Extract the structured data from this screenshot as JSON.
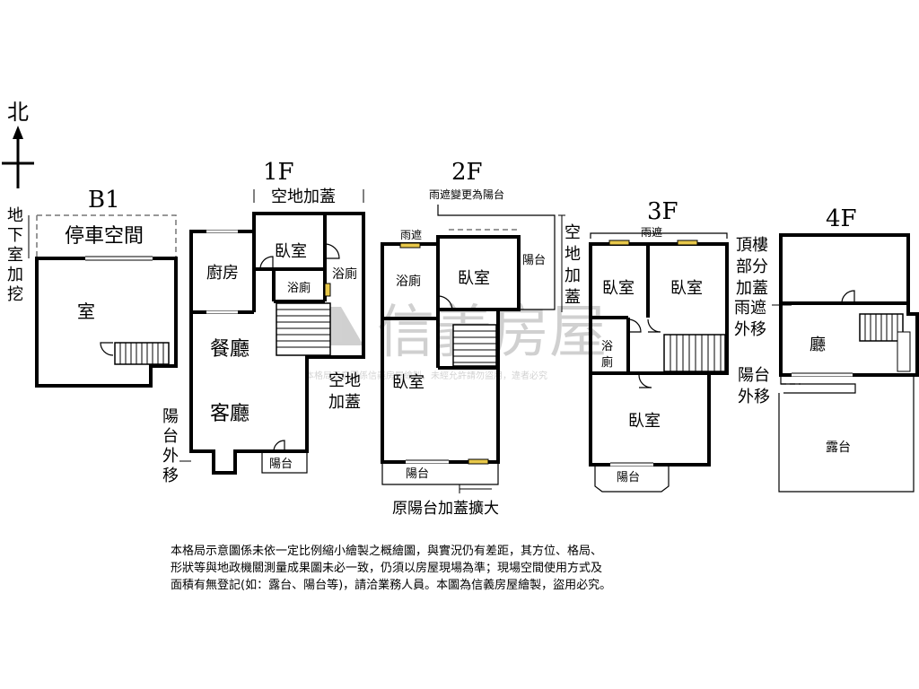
{
  "north": {
    "label": "北"
  },
  "watermark": {
    "brand": "信義房屋",
    "notice": "本格局示意圖係信義房屋繪製，未經允許請勿盜用，違者必究"
  },
  "b1": {
    "title": "B1",
    "side_note": [
      "地",
      "下",
      "室",
      "加",
      "挖"
    ],
    "parking": "停車空間",
    "room": "室"
  },
  "f1": {
    "title": "1F",
    "addition_top": "空地加蓋",
    "bedroom": "臥室",
    "kitchen": "廚房",
    "toilet_right": "浴廁",
    "toilet_inner": "浴廁",
    "dining": "餐廳",
    "living": "客廳",
    "balcony": "陽台",
    "balcony_moved": [
      "陽",
      "台",
      "外",
      "移"
    ],
    "addition_bottom": [
      "空地",
      "加蓋"
    ]
  },
  "f2": {
    "title": "2F",
    "canopy_note": "雨遮變更為陽台",
    "canopy": "雨遮",
    "bath": "浴廁",
    "bedroom_top": "臥室",
    "bedroom_bottom": "臥室",
    "balcony_top": "陽台",
    "balcony_bottom": "陽台",
    "addition_side": [
      "空",
      "地",
      "加",
      "蓋"
    ],
    "expanded_note": "原陽台加蓋擴大"
  },
  "f3": {
    "title": "3F",
    "canopy": "雨遮",
    "bedroom_left": "臥室",
    "bedroom_right": "臥室",
    "bath": [
      "浴",
      "廁"
    ],
    "bedroom_bottom": "臥室",
    "balcony": "陽台"
  },
  "f4": {
    "title": "4F",
    "roof_addition": [
      "頂樓",
      "部分",
      "加蓋"
    ],
    "canopy_moved": [
      "雨遮",
      "外移"
    ],
    "hall": "廳",
    "balcony_moved": [
      "陽台",
      "外移"
    ],
    "terrace": "露台"
  },
  "disclaimer": [
    "本格局示意圖係未依一定比例縮小繪製之概繪圖，與實況仍有差距，其方位、格局、",
    "形狀等與地政機關測量成果圖未必一致，仍須以房屋現場為準；現場空間使用方式及",
    "面積有無登記(如：露台、陽台等)，請洽業務人員。本圖為信義房屋繪製，盜用必究。"
  ]
}
